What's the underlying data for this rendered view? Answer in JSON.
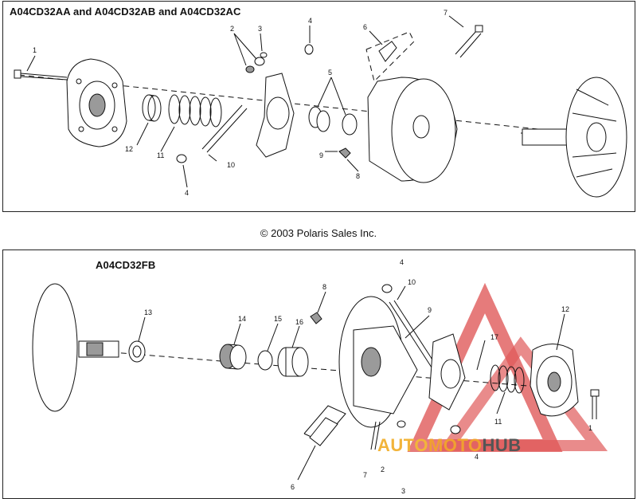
{
  "top_panel": {
    "title": "A04CD32AA and A04CD32AB and A04CD32AC",
    "callouts": [
      "1",
      "2",
      "3",
      "4",
      "5",
      "6",
      "7",
      "4",
      "8",
      "9",
      "10",
      "11",
      "12"
    ]
  },
  "copyright": "© 2003 Polaris Sales Inc.",
  "bottom_panel": {
    "title": "A04CD32FB",
    "callouts": [
      "13",
      "14",
      "15",
      "16",
      "8",
      "4",
      "10",
      "9",
      "17",
      "12",
      "11",
      "1",
      "6",
      "7",
      "2",
      "3",
      "4"
    ]
  },
  "watermark": {
    "part1": "AUTO",
    "part2": "MOTO",
    "part3": "HUB",
    "colors": {
      "triangle": "#e05a5a",
      "auto": "#f2b43a",
      "moto": "#f0a030",
      "hub": "#555555"
    }
  }
}
